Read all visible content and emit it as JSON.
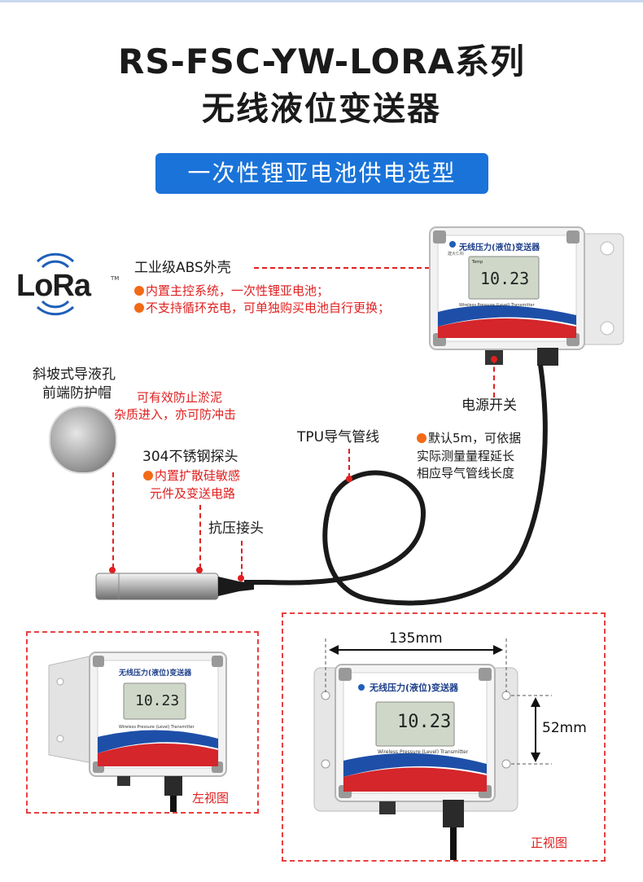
{
  "header": {
    "title_line1": "RS-FSC-YW-LORA系列",
    "title_line2": "无线液位变送器",
    "badge": "一次性锂亚电池供电选型"
  },
  "logo": {
    "text": "LoRa",
    "tm": "TM"
  },
  "callouts": {
    "shell": {
      "label": "工业级ABS外壳",
      "notes": [
        "内置主控系统，一次性锂亚电池；",
        "不支持循环充电，可单独购买电池自行更换；"
      ]
    },
    "cap": {
      "label_lines": [
        "斜坡式导液孔",
        "前端防护帽"
      ],
      "desc_lines": [
        "可有效防止淤泥",
        "杂质进入，亦可防冲击"
      ]
    },
    "probe": {
      "label": "304不锈钢探头",
      "desc_lines": [
        "内置扩散硅敏感",
        "元件及变送电路"
      ]
    },
    "joint": {
      "label": "抗压接头"
    },
    "cable": {
      "label": "TPU导气管线",
      "desc_lines": [
        "默认5m，可依据",
        "实际测量量程延长",
        "相应导气管线长度"
      ]
    },
    "power": {
      "label": "电源开关"
    }
  },
  "device": {
    "brand_text": "无线压力(液位)变送器",
    "brand_small": "建大仁科",
    "lcd_value": "10.23",
    "lcd_top": "Temp",
    "subtitle": "Wireless Pressure (Level) Transmitter"
  },
  "views": {
    "left": {
      "caption": "左视图"
    },
    "front": {
      "caption": "正视图",
      "width_dim": "135mm",
      "height_dim": "52mm"
    }
  },
  "colors": {
    "accent_blue": "#1a73d9",
    "callout_red": "#e02020",
    "bullet_orange": "#f26a16"
  }
}
